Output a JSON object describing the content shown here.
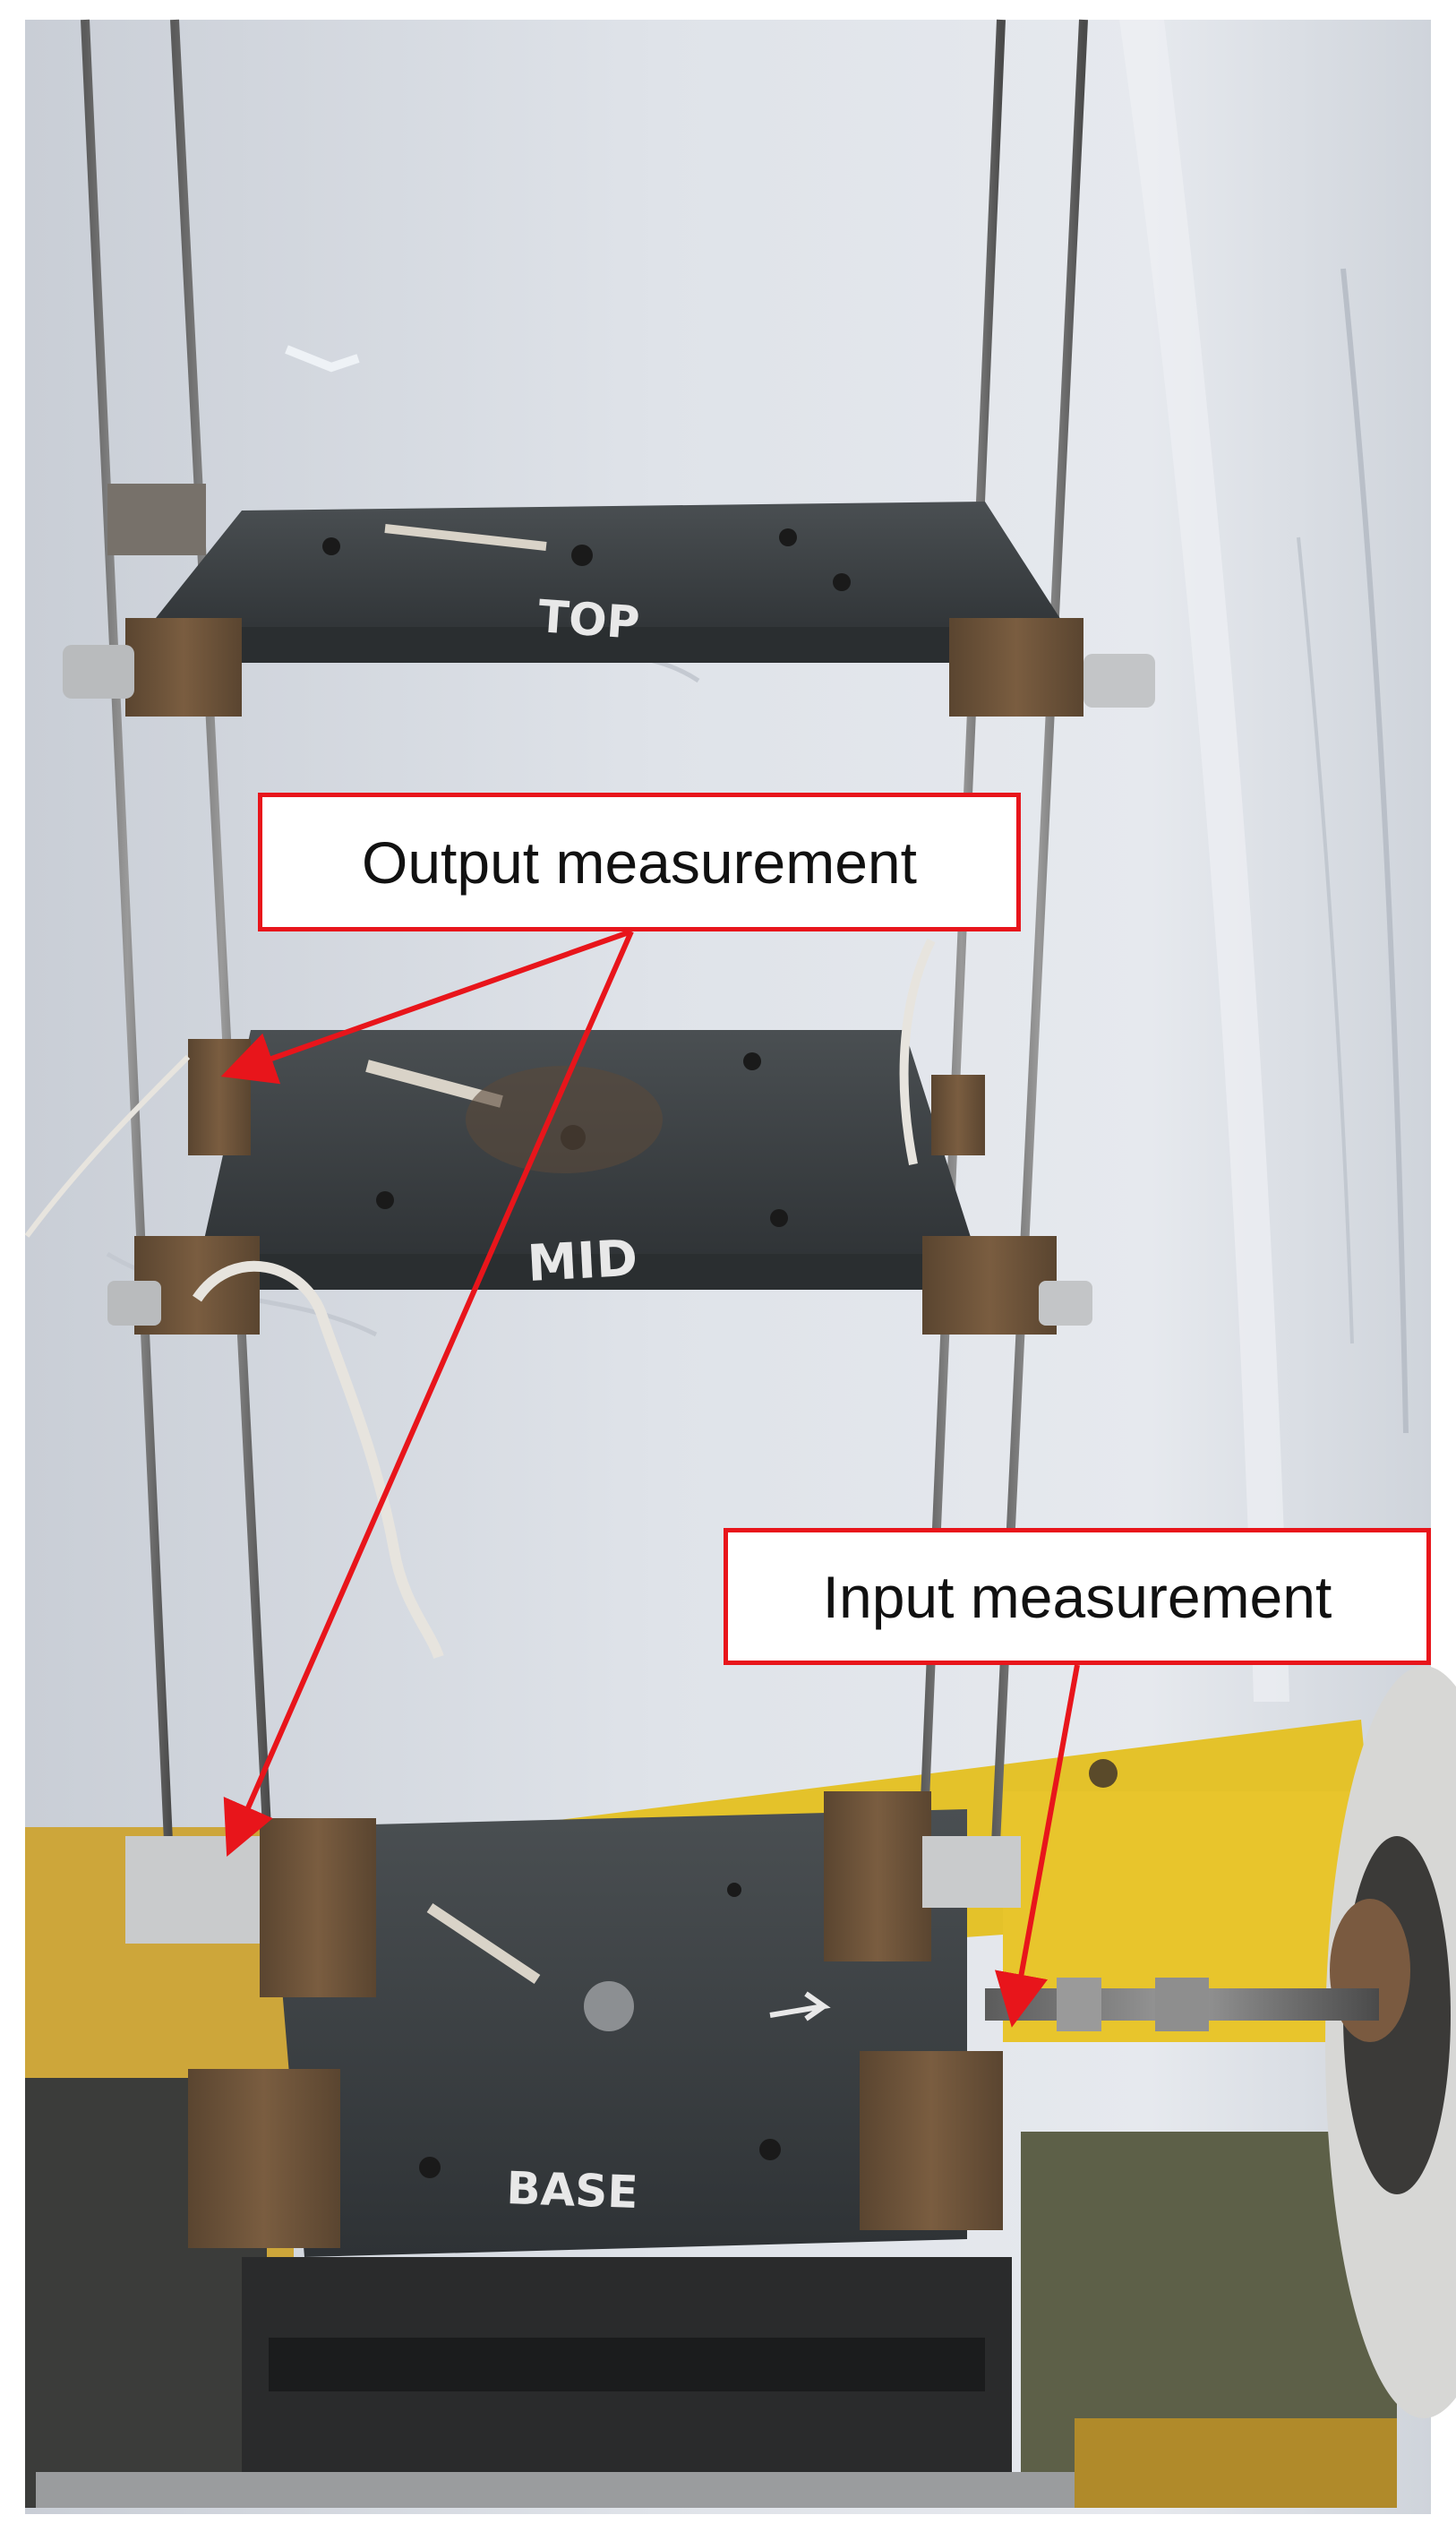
{
  "labels": {
    "output": "Output measurement",
    "input": "Input measurement"
  },
  "plate_markings": {
    "top": "TOP",
    "mid": "MID",
    "base": "BASE"
  },
  "colors": {
    "annotation_red": "#e8151b",
    "wall": "#d9dde3",
    "plate": "#3a3f42",
    "wood_block": "#6b5238",
    "yellow_frame": "#e4c22a"
  }
}
